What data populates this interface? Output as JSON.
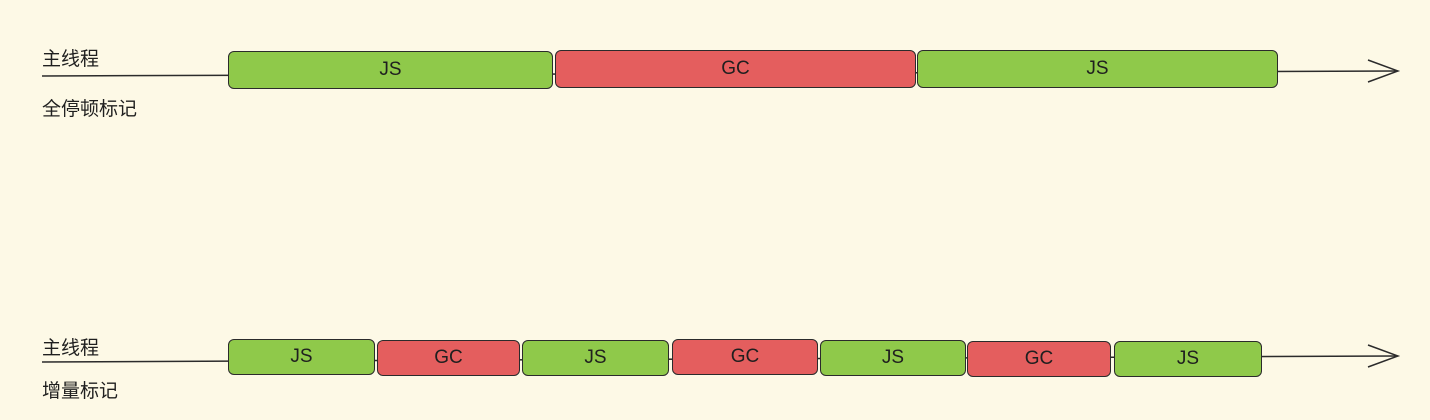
{
  "timelines": [
    {
      "thread_label": "主线程",
      "mode_label": "全停顿标记",
      "blocks": [
        {
          "label": "JS",
          "kind": "js"
        },
        {
          "label": "GC",
          "kind": "gc"
        },
        {
          "label": "JS",
          "kind": "js"
        }
      ]
    },
    {
      "thread_label": "主线程",
      "mode_label": "增量标记",
      "blocks": [
        {
          "label": "JS",
          "kind": "js"
        },
        {
          "label": "GC",
          "kind": "gc"
        },
        {
          "label": "JS",
          "kind": "js"
        },
        {
          "label": "GC",
          "kind": "gc"
        },
        {
          "label": "JS",
          "kind": "js"
        },
        {
          "label": "GC",
          "kind": "gc"
        },
        {
          "label": "JS",
          "kind": "js"
        }
      ]
    }
  ],
  "colors": {
    "js": "#8fc94a",
    "gc": "#e45e5e",
    "background": "#fdf9e6"
  }
}
